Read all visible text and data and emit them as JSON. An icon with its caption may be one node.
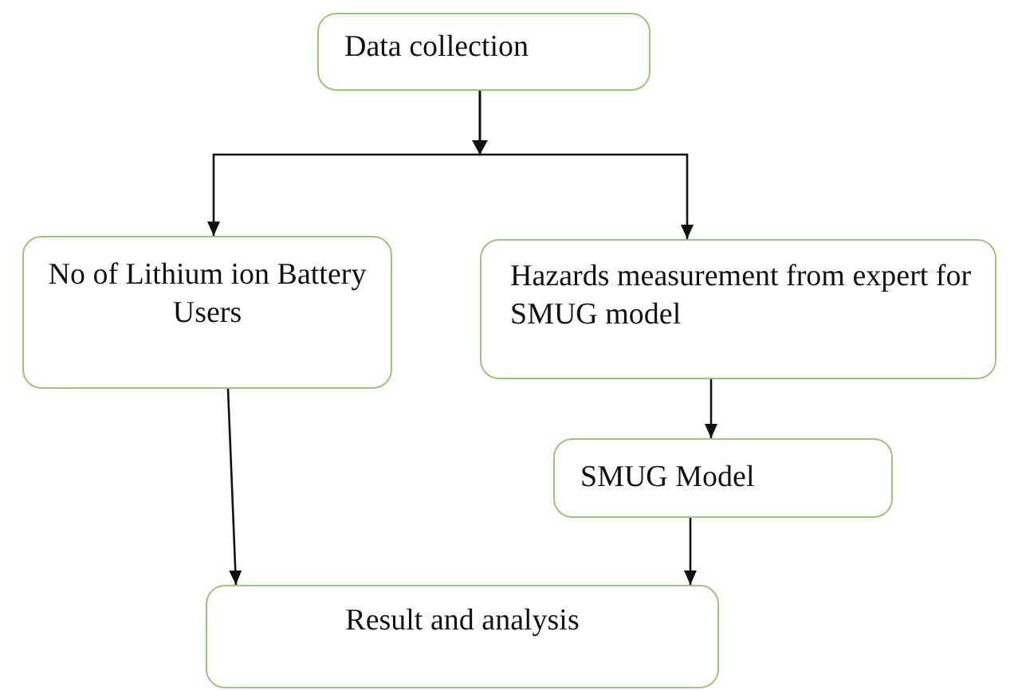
{
  "diagram": {
    "nodes": [
      {
        "text": [
          "Data collection"
        ]
      },
      {
        "text": [
          "No of Lithium ion Battery Users"
        ]
      },
      {
        "text": [
          "Hazards measurement from expert for SMUG model"
        ]
      },
      {
        "text": [
          "SMUG Model"
        ]
      },
      {
        "text": [
          "Result and analysis"
        ]
      }
    ],
    "edges": [
      {
        "from": 0,
        "to": 1,
        "arrow": "to"
      },
      {
        "from": 0,
        "to": 2,
        "arrow": "to"
      },
      {
        "from": 2,
        "to": 3,
        "arrow": "to"
      },
      {
        "from": 1,
        "to": 4,
        "arrow": "to"
      },
      {
        "from": 3,
        "to": 4,
        "arrow": "to"
      }
    ]
  }
}
